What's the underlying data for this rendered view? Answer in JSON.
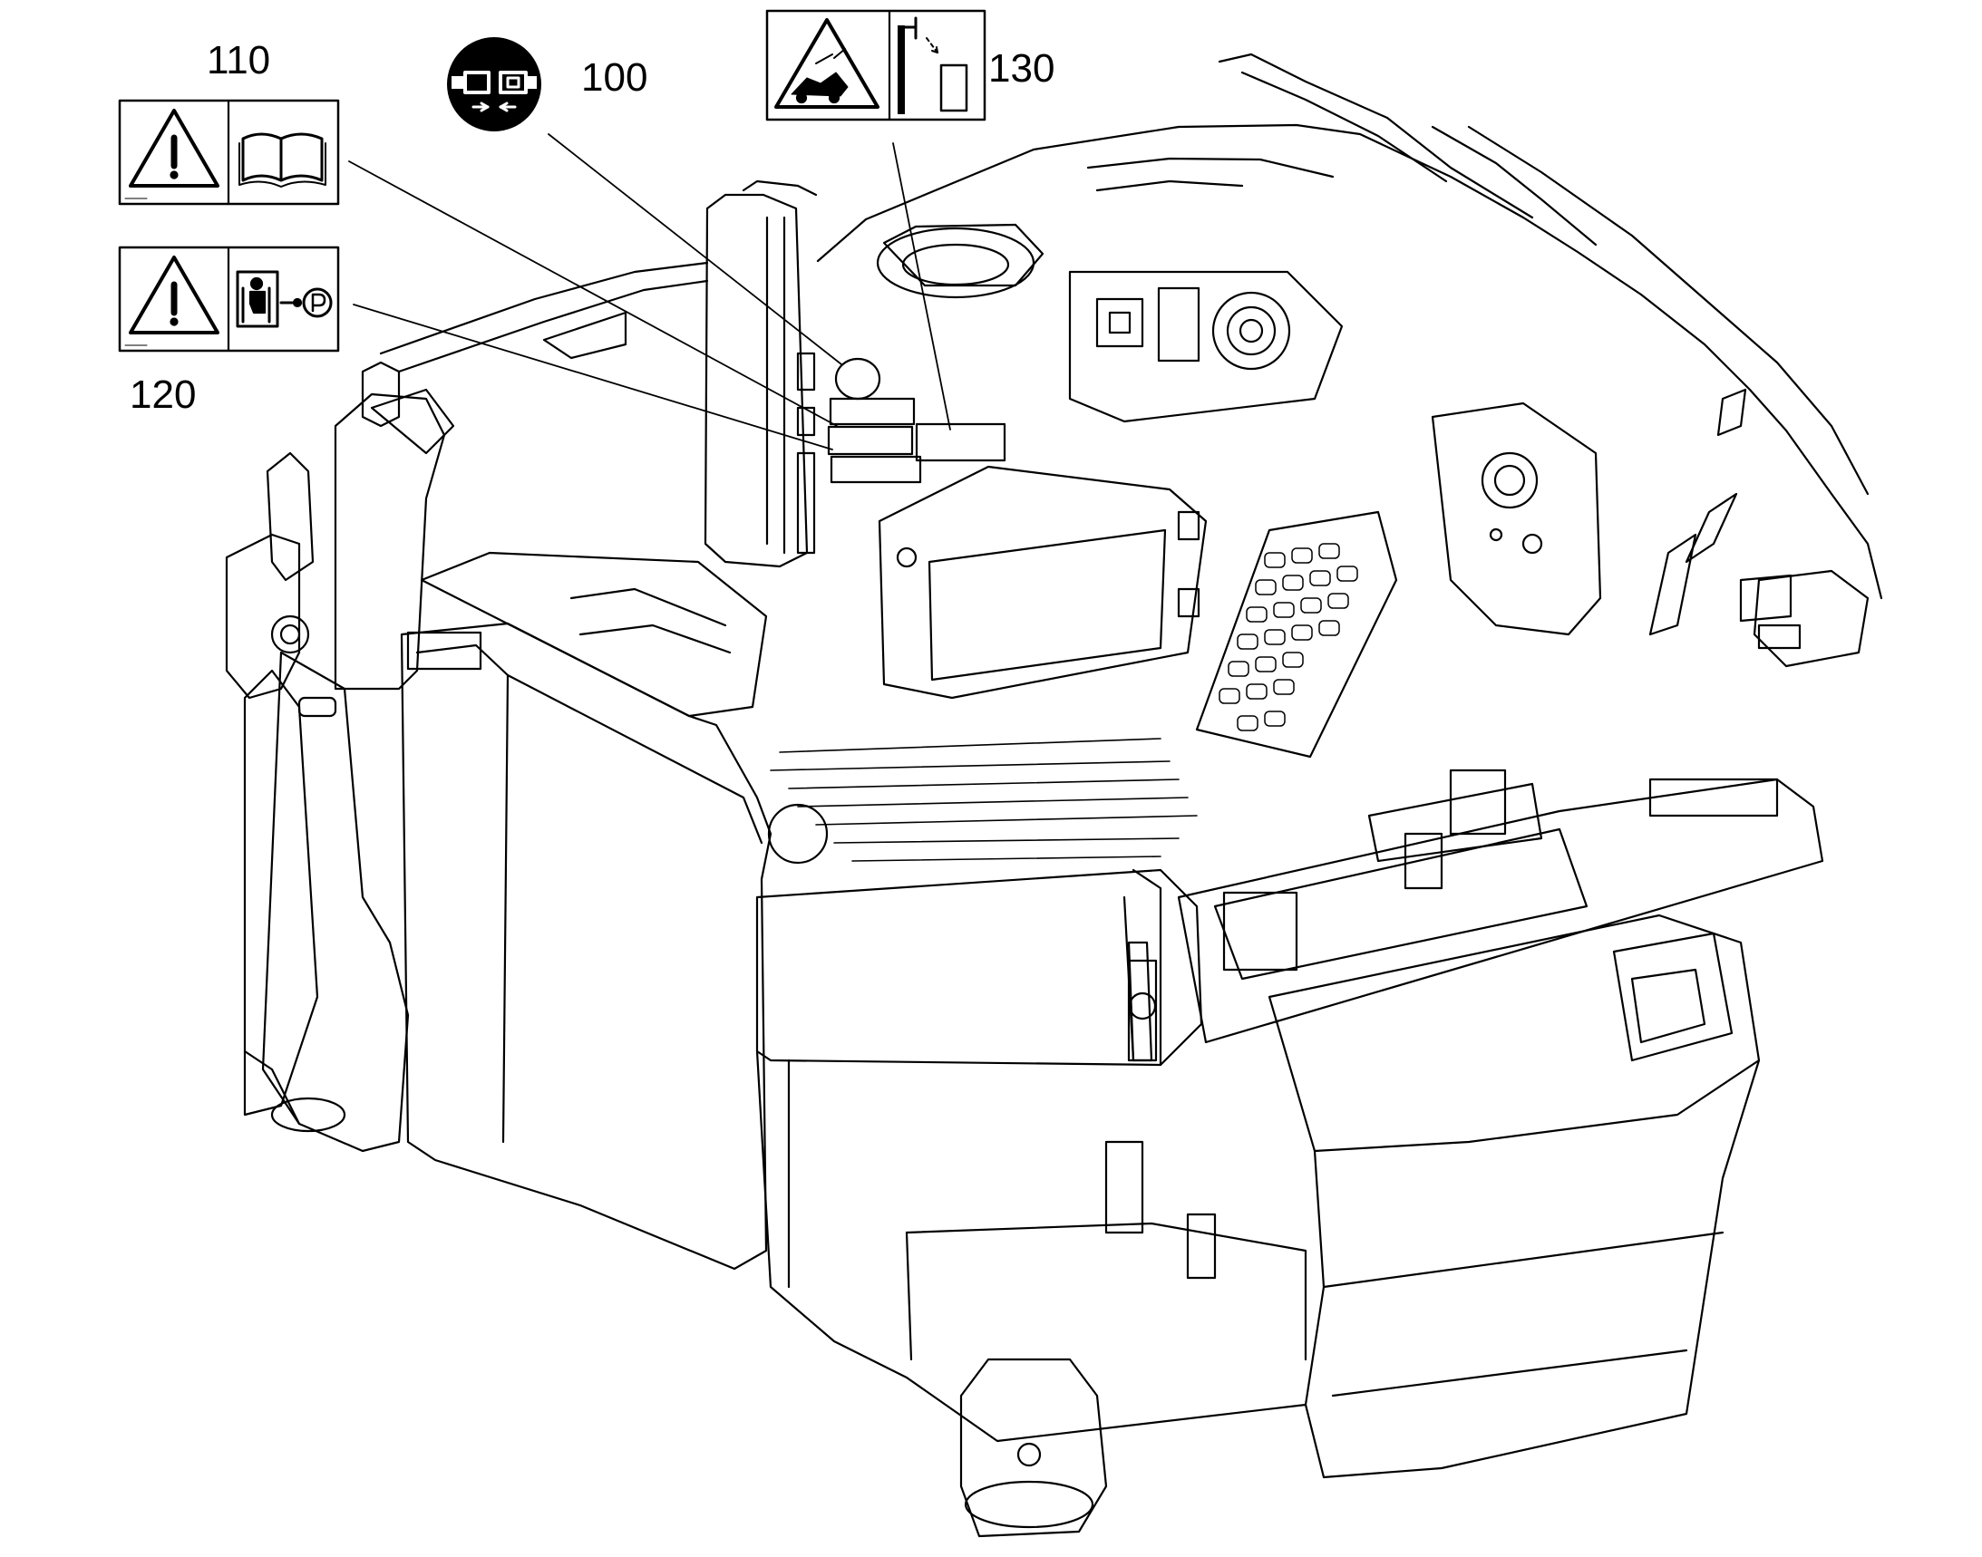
{
  "diagram": {
    "callouts": [
      {
        "id": "100",
        "label": "100"
      },
      {
        "id": "110",
        "label": "110"
      },
      {
        "id": "120",
        "label": "120"
      },
      {
        "id": "130",
        "label": "130"
      }
    ],
    "decals": [
      {
        "ref": "100",
        "icon": "seat-belt-buckle-icon"
      },
      {
        "ref": "110",
        "icon": "warning-triangle-icon",
        "icon2": "operator-manual-book-icon"
      },
      {
        "ref": "120",
        "icon": "warning-triangle-icon",
        "icon2": "parking-brake-operator-icon"
      },
      {
        "ref": "130",
        "icon": "rollover-hazard-icon",
        "icon2": "restraint-bar-icon"
      }
    ],
    "line_color": "#000000",
    "background": "#ffffff"
  }
}
